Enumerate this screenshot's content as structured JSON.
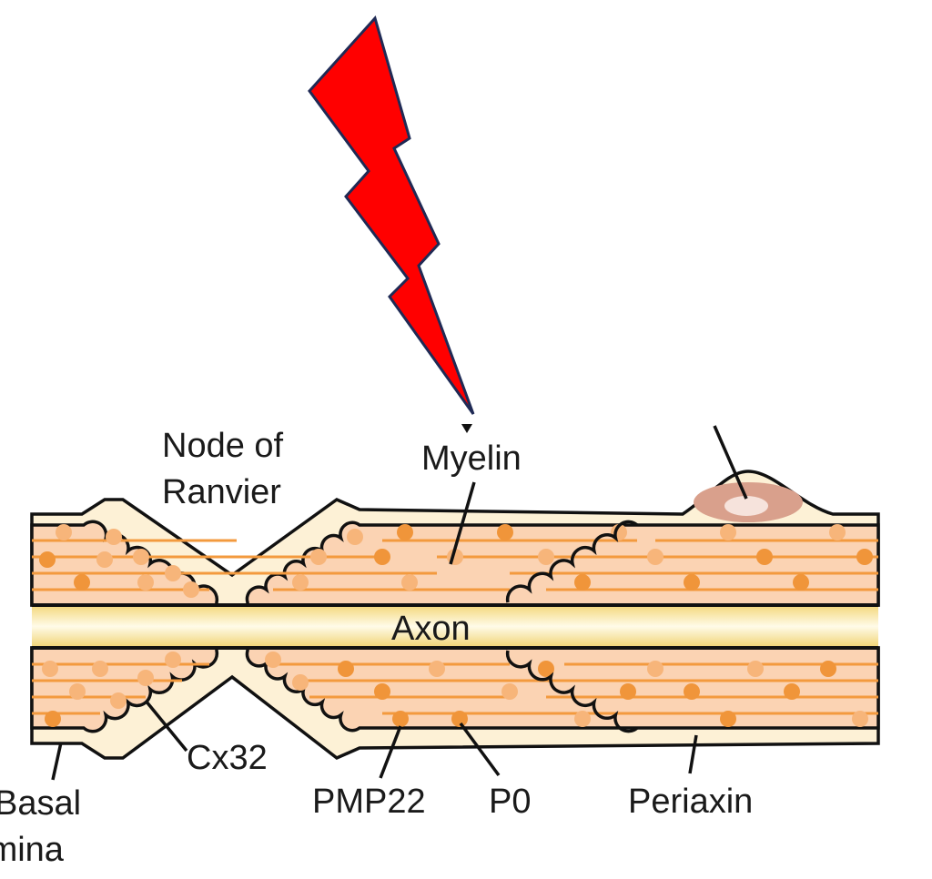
{
  "labels": {
    "node_line1": "Node of",
    "node_line2": "Ranvier",
    "myelin": "Myelin",
    "axon": "Axon",
    "cx32": "Cx32",
    "basal_line1": "Basal",
    "basal_line2": "lamina",
    "pmp22": "PMP22",
    "p0": "P0",
    "periaxin": "Periaxin"
  },
  "colors": {
    "bolt": "#ff0000",
    "bolt_outline": "#1f2a55",
    "sheath": "#fdf1d6",
    "myelin": "#fbd3b3",
    "lamella": "#f39a3e",
    "dot_dark": "#f0953a",
    "dot_light": "#f7b57a",
    "axon": "#f8e7a6",
    "nucleus": "#d9a08c"
  }
}
